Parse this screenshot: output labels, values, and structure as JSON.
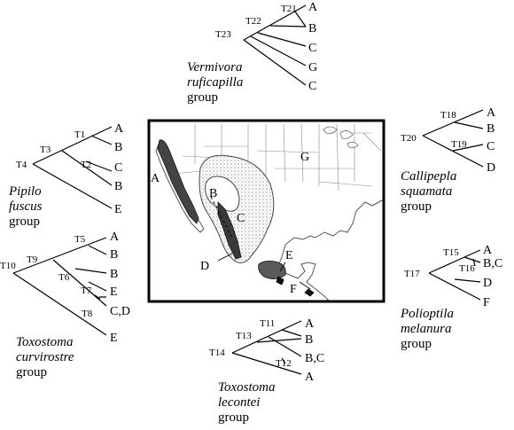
{
  "trees": {
    "vermivora": {
      "nodes": [
        "T21",
        "T22",
        "T23"
      ],
      "leaves": [
        "A",
        "B",
        "C",
        "G",
        "C"
      ],
      "species_line1": "Vermivora",
      "species_line2": "ruficapilla",
      "group_word": "group"
    },
    "callipepla": {
      "nodes": [
        "T18",
        "T19",
        "T20"
      ],
      "leaves": [
        "A",
        "B",
        "C",
        "D"
      ],
      "species_line1": "Callipepla",
      "species_line2": "squamata",
      "group_word": "group"
    },
    "pipilo": {
      "nodes": [
        "T1",
        "T2",
        "T3",
        "T4"
      ],
      "leaves": [
        "A",
        "B",
        "C",
        "B",
        "E"
      ],
      "species_line1": "Pipilo",
      "species_line2": "fuscus",
      "group_word": "group"
    },
    "polioptila": {
      "nodes": [
        "T15",
        "T16",
        "T17"
      ],
      "leaves": [
        "A",
        "B,C",
        "D",
        "F"
      ],
      "species_line1": "Polioptila",
      "species_line2": "melanura",
      "group_word": "group"
    },
    "curvirostre": {
      "nodes": [
        "T5",
        "T6",
        "T7",
        "T8",
        "T9",
        "T10"
      ],
      "leaves": [
        "A",
        "B",
        "B",
        "E",
        "C,D",
        "E"
      ],
      "species_line1": "Toxostoma",
      "species_line2": "curvirostre",
      "group_word": "group"
    },
    "lecontei": {
      "nodes": [
        "T11",
        "T12",
        "T13",
        "T14"
      ],
      "leaves": [
        "A",
        "B",
        "B,C",
        "A"
      ],
      "species_line1": "Toxostoma",
      "species_line2": "lecontei",
      "group_word": "group"
    }
  },
  "map": {
    "regions": [
      "A",
      "B",
      "C",
      "D",
      "E",
      "F",
      "G"
    ]
  }
}
